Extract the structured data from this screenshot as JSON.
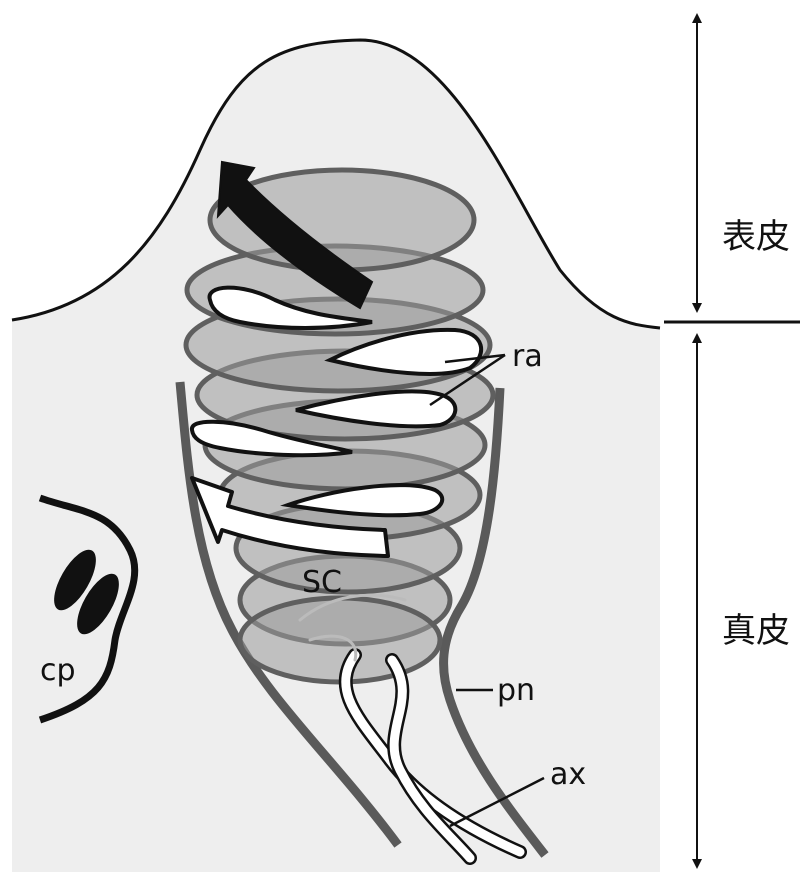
{
  "diagram": {
    "labels": {
      "epidermis": "表皮",
      "dermis": "真皮",
      "ra": "ra",
      "sc": "SC",
      "pn": "pn",
      "ax": "ax",
      "cp": "cp"
    },
    "colors": {
      "background": "#ffffff",
      "tissue": "#eeeeee",
      "lamella_fill": "#9a9a9a",
      "lamella_stroke": "#5f5f5f",
      "perineurium": "#5a5a5a",
      "outline": "#111111"
    }
  }
}
